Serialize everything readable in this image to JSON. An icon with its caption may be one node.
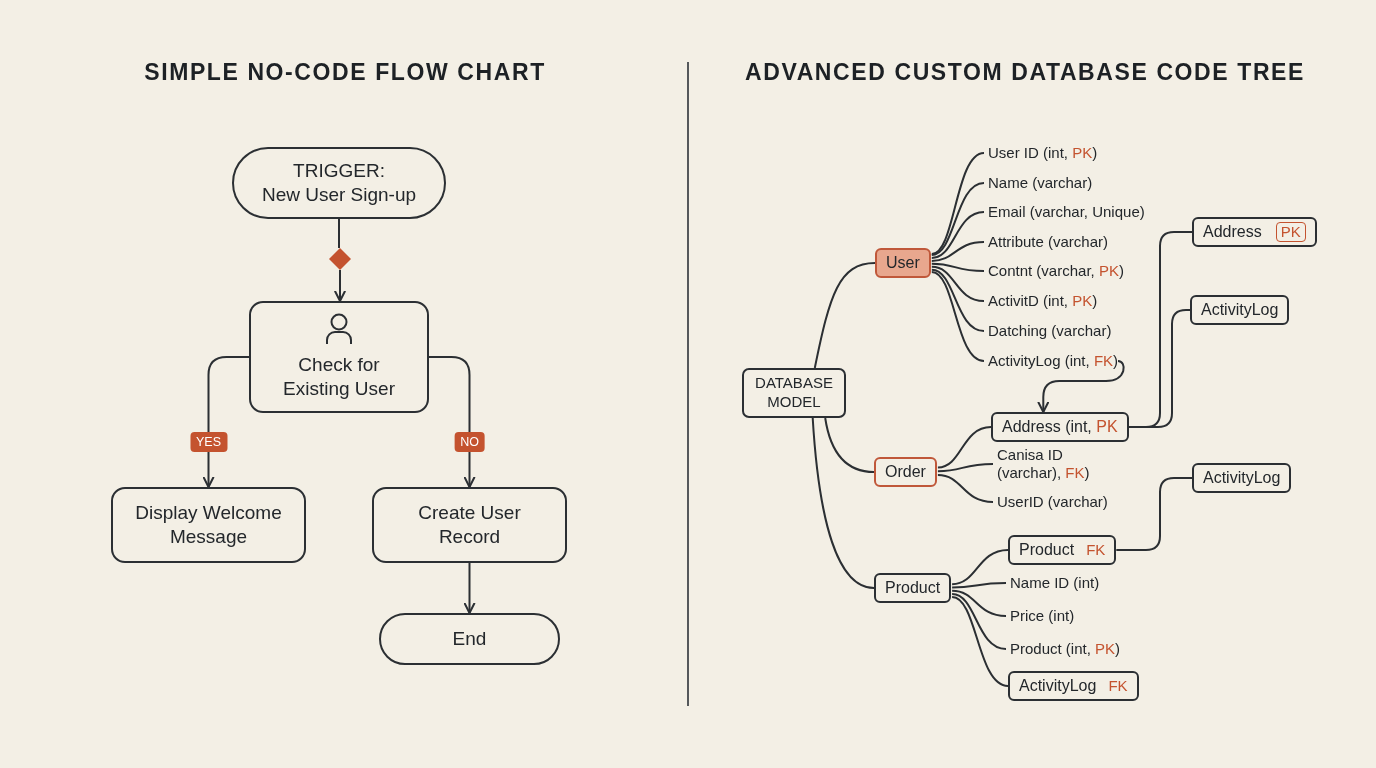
{
  "diagram": {
    "nodes": [
      {
        "text": [
          "TRIGGER:",
          "New User Sign-up"
        ]
      },
      {
        "text": [],
        "shape": "diamond"
      },
      {
        "text": [
          "Check for Existing User"
        ]
      },
      {
        "text": [
          "Display Welcome Message"
        ]
      },
      {
        "text": [
          "Create User Record"
        ]
      },
      {
        "text": [
          "End"
        ]
      },
      {
        "text": [
          "DATABASE MODEL"
        ]
      },
      {
        "text": [
          "User"
        ]
      },
      {
        "text": [
          "User ID (int, **PK**)"
        ]
      },
      {
        "text": [
          "Name (varchar)"
        ]
      },
      {
        "text": [
          "Email (varchar, Unique)"
        ]
      },
      {
        "text": [
          "Attribute (varchar)"
        ]
      },
      {
        "text": [
          "Contnt (varchar, **PK**)"
        ]
      },
      {
        "text": [
          "ActivitD (int, **PK**)"
        ]
      },
      {
        "text": [
          "Datching (varchar)"
        ]
      },
      {
        "text": [
          "ActivityLog (int, **FK**)"
        ]
      },
      {
        "text": [
          "Address"
        ]
      },
      {
        "text": [
          "PK"
        ],
        "in": 16
      },
      {
        "text": [
          "ActivityLog"
        ]
      },
      {
        "text": [
          "Order"
        ]
      },
      {
        "text": [
          "Address (int, **PK**"
        ]
      },
      {
        "text": [
          "Canisa ID (varchar), **FK**)"
        ]
      },
      {
        "text": [
          "UserID (varchar)"
        ]
      },
      {
        "text": [
          "ActivityLog"
        ]
      },
      {
        "text": [
          "Product"
        ]
      },
      {
        "text": [
          "Product",
          "FK"
        ]
      },
      {
        "text": [
          "Name ID (int)"
        ]
      },
      {
        "text": [
          "Price (int)"
        ]
      },
      {
        "text": [
          "Product (int, **PK**)"
        ]
      },
      {
        "text": [
          "ActivityLog",
          "FK"
        ]
      }
    ],
    "edges": [
      {
        "from": 0,
        "to": 1,
        "arrow": "none"
      },
      {
        "from": 1,
        "to": 2,
        "arrow": "to"
      },
      {
        "from": 2,
        "to": 3,
        "arrow": "to",
        "label": "YES"
      },
      {
        "from": 2,
        "to": 4,
        "arrow": "to",
        "label": "NO"
      },
      {
        "from": 4,
        "to": 5,
        "arrow": "to"
      },
      {
        "from": 6,
        "to": 7,
        "arrow": "none"
      },
      {
        "from": 6,
        "to": 19,
        "arrow": "none"
      },
      {
        "from": 6,
        "to": 24,
        "arrow": "none"
      },
      {
        "from": 7,
        "to": 8,
        "arrow": "none"
      },
      {
        "from": 7,
        "to": 9,
        "arrow": "none"
      },
      {
        "from": 7,
        "to": 10,
        "arrow": "none"
      },
      {
        "from": 7,
        "to": 11,
        "arrow": "none"
      },
      {
        "from": 7,
        "to": 12,
        "arrow": "none"
      },
      {
        "from": 7,
        "to": 13,
        "arrow": "none"
      },
      {
        "from": 7,
        "to": 14,
        "arrow": "none"
      },
      {
        "from": 7,
        "to": 15,
        "arrow": "none"
      },
      {
        "from": 15,
        "to": 20,
        "arrow": "to"
      },
      {
        "from": 20,
        "to": 16,
        "arrow": "none"
      },
      {
        "from": 20,
        "to": 18,
        "arrow": "none"
      },
      {
        "from": 19,
        "to": 20,
        "arrow": "none"
      },
      {
        "from": 19,
        "to": 21,
        "arrow": "none"
      },
      {
        "from": 19,
        "to": 22,
        "arrow": "none"
      },
      {
        "from": 24,
        "to": 25,
        "arrow": "none"
      },
      {
        "from": 24,
        "to": 26,
        "arrow": "none"
      },
      {
        "from": 24,
        "to": 27,
        "arrow": "none"
      },
      {
        "from": 24,
        "to": 28,
        "arrow": "none"
      },
      {
        "from": 24,
        "to": 29,
        "arrow": "none"
      },
      {
        "from": 25,
        "to": 23,
        "arrow": "none"
      }
    ],
    "labels": [
      "SIMPLE NO-CODE FLOW CHART",
      "ADVANCED CUSTOM DATABASE CODE TREE"
    ]
  }
}
